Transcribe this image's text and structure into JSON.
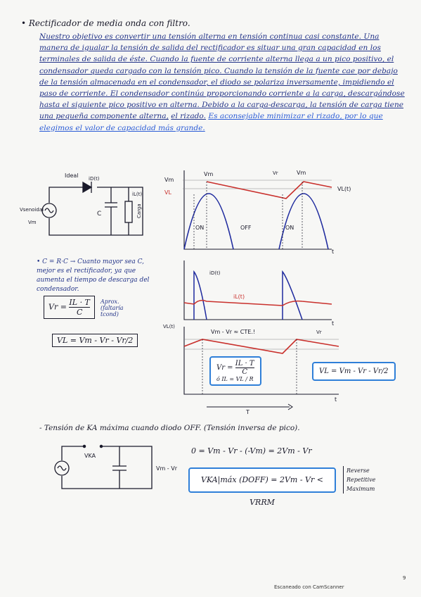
{
  "title": "• Rectificador de media onda con filtro.",
  "paragraph_part1": "Nuestro objetivo es convertir una tensión alterna en tensión continua casi constante. Una manera de igualar la tensión de salida del rectificador es situar una gran capacidad en los terminales de salida de éste. Cuando la fuente de corriente alterna llega a un pico positivo, el condensador queda cargado con la tensión pico. Cuando la tensión de la fuente cae por debajo de la tensión almacenada en el condensador, el diodo se polariza inversamente, impidiendo el paso de corriente. El condensador continúa proporcionando corriente a la carga, descargándose hasta el siguiente pico positivo en alterna. Debido a la carga-descarga, la tensión de carga tiene una pequeña componente alterna,",
  "paragraph_ripple": "el rizado.",
  "paragraph_part2": "Es aconsejable minimizar el rizado, por lo que elegimos el valor de capacidad más grande.",
  "circuit1": {
    "ideal": "Ideal",
    "diode_current": "iD(t)",
    "source": "Vsenoidal",
    "vm": "Vm",
    "cap": "C",
    "load_current": "iL(t)",
    "load": "Carga"
  },
  "graph1": {
    "vm_left": "Vm",
    "vl_left": "VL",
    "vm_peak1": "Vm",
    "vr": "Vr",
    "vm_peak2": "Vm",
    "vl_t": "VL(t)",
    "on1": "ON",
    "off": "OFF",
    "on2": "ON",
    "t": "t"
  },
  "graph2": {
    "id": "iD(t)",
    "il": "iL(t)",
    "t": "t"
  },
  "graph3": {
    "vl": "VL(t)",
    "vm_label": "Vm - Vr ≈ CTE.!",
    "vr": "Vr",
    "t_axis": "t",
    "T": "T"
  },
  "note_c": "• C = R·C → Cuanto mayor sea C, mejor es el rectificador, ya que aumenta el tiempo de descarga del condensador.",
  "formula_vr": {
    "lhs": "Vr",
    "num": "IL · T",
    "den": "C",
    "side": "Aprox. (faltaría tcond)"
  },
  "formula_vl": "VL = Vm - Vr - Vr/2",
  "box_mid": {
    "lhs": "Vr =",
    "num": "IL · T",
    "den": "C",
    "line2": "ó  IL = VL / R"
  },
  "box_right": "VL = Vm - Vr - Vr/2",
  "heading2": "- Tensión de KA máxima cuando diodo OFF. (Tensión inversa de pico).",
  "circuit2": {
    "vka": "VKA",
    "vm_vr": "Vm - Vr"
  },
  "eq1": "0 = Vm - Vr - (-Vm) = 2Vm - Vr",
  "eq2": "VKA|máx (DOFF) = 2Vm - Vr < VRRM",
  "bracket": [
    "Reverse",
    "Repetitive",
    "Maximum"
  ],
  "footer": "Escaneado con CamScanner",
  "page_mark": "9"
}
